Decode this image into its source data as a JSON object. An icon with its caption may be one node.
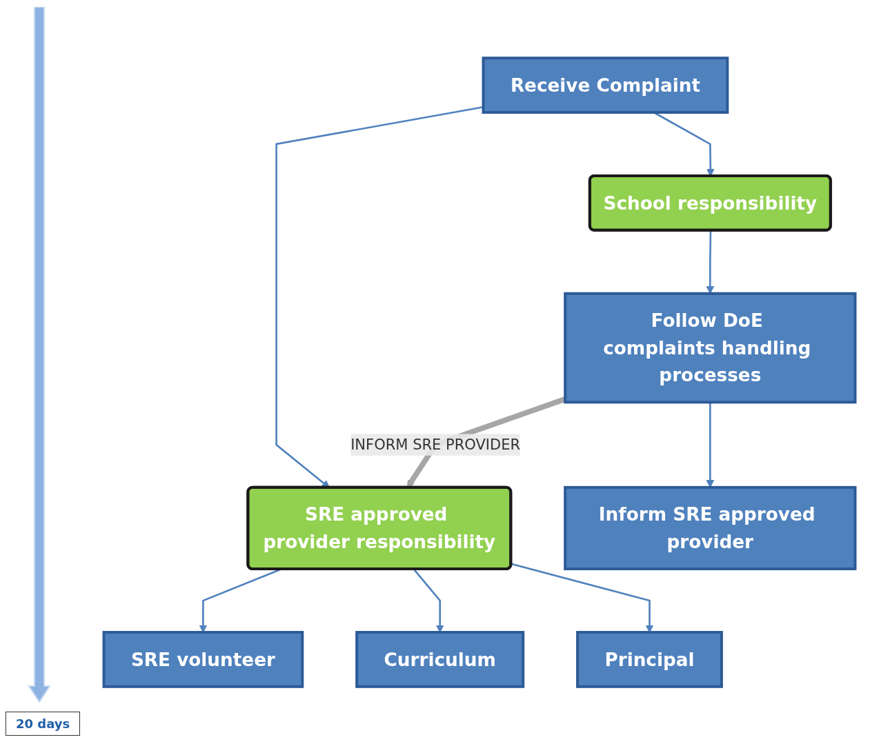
{
  "diagram": {
    "nodes": [
      {
        "text": [
          "Receive Complaint"
        ]
      },
      {
        "text": [
          "School responsibility"
        ]
      },
      {
        "text": [
          "Follow DoE complaints handling processes"
        ]
      },
      {
        "text": [
          "SRE approved provider responsibility"
        ]
      },
      {
        "text": [
          "Inform SRE approved provider"
        ]
      },
      {
        "text": [
          "Principal"
        ]
      },
      {
        "text": [
          "SRE volunteer"
        ]
      },
      {
        "text": [
          "Curriculum"
        ]
      }
    ],
    "edges": [
      {
        "from": 0,
        "to": 1,
        "arrow": "to"
      },
      {
        "from": 0,
        "to": 3,
        "arrow": "to"
      },
      {
        "from": 1,
        "to": 2,
        "arrow": "to"
      },
      {
        "from": 2,
        "to": 4,
        "arrow": "to"
      },
      {
        "from": 2,
        "to": 3,
        "arrow": "to",
        "label": "INFORM SRE PROVIDER",
        "style": "thick",
        "color": "#a6a6a6"
      },
      {
        "from": 3,
        "to": 6,
        "arrow": "to"
      },
      {
        "from": 3,
        "to": 7,
        "arrow": "to"
      },
      {
        "from": 3,
        "to": 5,
        "arrow": "to"
      }
    ],
    "labels": [
      "20 days"
    ]
  }
}
